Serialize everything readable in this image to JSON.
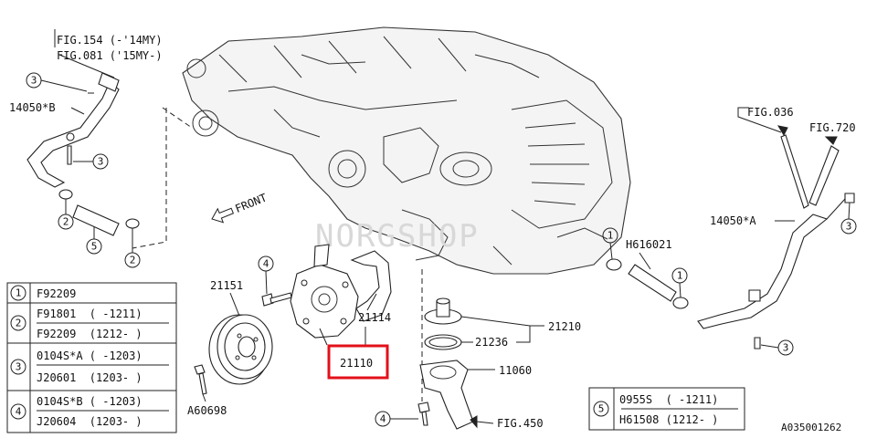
{
  "labels": {
    "fig154": "FIG.154 (-'14MY)",
    "fig081": "FIG.081 ('15MY-)",
    "p14050b": "14050*B",
    "front": "FRONT",
    "fig036": "FIG.036",
    "fig720": "FIG.720",
    "p14050a": "14050*A",
    "h616021": "H616021",
    "p21151": "21151",
    "p21114": "21114",
    "p21110": "21110",
    "p21210": "21210",
    "p21236": "21236",
    "p11060": "11060",
    "fig450": "FIG.450",
    "a60698": "A60698",
    "code": "A035001262",
    "watermark": "NORGSHOP"
  },
  "callouts": {
    "c1": "1",
    "c2": "2",
    "c3": "3",
    "c4": "4",
    "c5": "5"
  },
  "legend_left": [
    {
      "num": "1",
      "rows": [
        "F92209"
      ]
    },
    {
      "num": "2",
      "rows": [
        "F91801  ( -1211)",
        "F92209  (1212- )"
      ]
    },
    {
      "num": "3",
      "rows": [
        "0104S*A ( -1203)",
        "J20601  (1203- )"
      ]
    },
    {
      "num": "4",
      "rows": [
        "0104S*B ( -1203)",
        "J20604  (1203- )"
      ]
    }
  ],
  "legend_right": {
    "num": "5",
    "rows": [
      "0955S  ( -1211)",
      "H61508 (1212- )"
    ]
  },
  "colors": {
    "highlight": "#e3101a",
    "line": "#222222"
  }
}
